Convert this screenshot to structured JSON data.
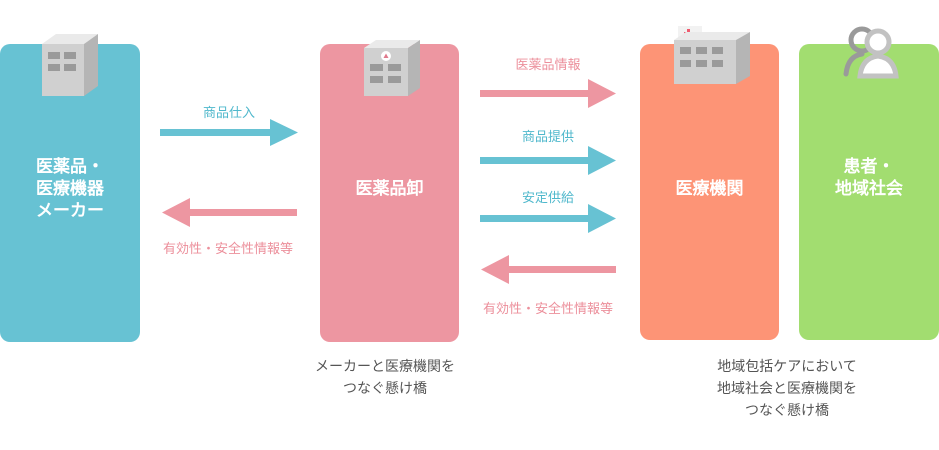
{
  "nodes": {
    "maker": {
      "label": "医薬品・\n医療機器\nメーカー",
      "color": "#67c2d3",
      "icon": "building-icon"
    },
    "wholesaler": {
      "label": "医薬品卸",
      "color": "#ed96a1",
      "icon": "building-icon"
    },
    "medical": {
      "label": "医療機関",
      "color": "#fd9476",
      "icon": "hospital-icon"
    },
    "community": {
      "label": "患者・\n地域社会",
      "color": "#a2dd70",
      "icon": "people-icon"
    }
  },
  "flows": {
    "maker_to_wholesaler": "商品仕入",
    "wholesaler_to_maker": "有効性・安全性情報等",
    "drug_info": "医薬品情報",
    "product_supply": "商品提供",
    "stable_supply": "安定供給",
    "medical_to_wholesaler": "有効性・安全性情報等"
  },
  "captions": {
    "wholesaler": "メーカーと医療機関を\nつなぐ懸け橋",
    "community": "地域包括ケアにおいて\n地域社会と医療機関を\nつなぐ懸け橋"
  },
  "colors": {
    "blue_arrow": "#67c2d3",
    "pink_arrow": "#ed96a1"
  }
}
